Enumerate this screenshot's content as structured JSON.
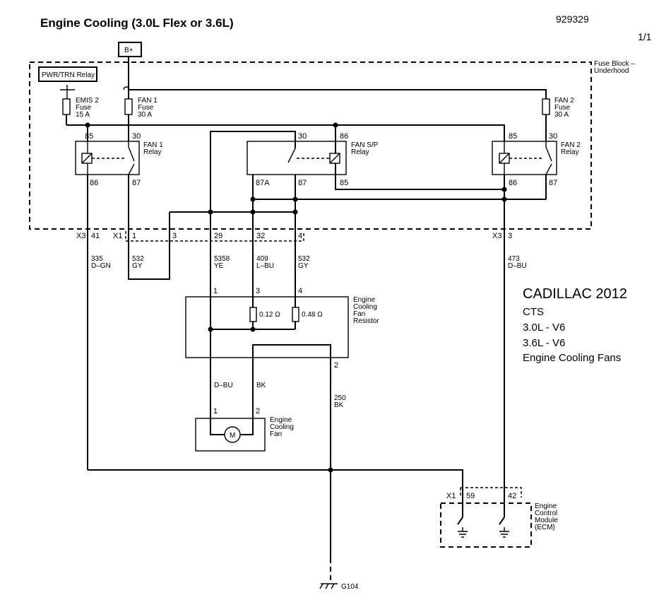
{
  "header": {
    "title": "Engine Cooling (3.0L Flex or 3.6L)",
    "doc_number": "929329",
    "page": "1/1"
  },
  "power": {
    "label": "B+"
  },
  "fuse_block": {
    "label_line1": "Fuse Block –",
    "label_line2": "Underhood"
  },
  "pwr_relay": {
    "label": "PWR/TRN Relay"
  },
  "fuses": {
    "emis2": {
      "l1": "EMIS 2",
      "l2": "Fuse",
      "l3": "15 A"
    },
    "fan1": {
      "l1": "FAN 1",
      "l2": "Fuse",
      "l3": "30 A"
    },
    "fan2": {
      "l1": "FAN 2",
      "l2": "Fuse",
      "l3": "30 A"
    }
  },
  "relays": {
    "fan1": {
      "l1": "FAN 1",
      "l2": "Relay",
      "pin_85": "85",
      "pin_30": "30",
      "pin_86": "86",
      "pin_87": "87"
    },
    "fansp": {
      "l1": "FAN S/P",
      "l2": "Relay",
      "pin_30": "30",
      "pin_86": "86",
      "pin_87a": "87A",
      "pin_87": "87",
      "pin_85": "85"
    },
    "fan2": {
      "l1": "FAN 2",
      "l2": "Relay",
      "pin_85": "85",
      "pin_30": "30",
      "pin_86": "86",
      "pin_87": "87"
    }
  },
  "connectors": {
    "x3_left": "X3",
    "x3_41": "41",
    "x1": "X1",
    "x1_1": "1",
    "x1_3": "3",
    "x1_29": "29",
    "x1_32": "32",
    "x1_4": "4",
    "x3_right": "X3",
    "x3_3": "3"
  },
  "wires": {
    "w335": {
      "num": "335",
      "color": "D–GN"
    },
    "w532a": {
      "num": "532",
      "color": "GY"
    },
    "w5358": {
      "num": "5358",
      "color": "YE"
    },
    "w409": {
      "num": "409",
      "color": "L–BU"
    },
    "w532b": {
      "num": "532",
      "color": "GY"
    },
    "w473": {
      "num": "473",
      "color": "D–BU"
    },
    "w250": {
      "num": "250",
      "color": "BK"
    },
    "dbu": "D–BU",
    "bk": "BK"
  },
  "resistor": {
    "l1": "Engine",
    "l2": "Cooling",
    "l3": "Fan",
    "l4": "Resistor",
    "pin1": "1",
    "pin3": "3",
    "pin4": "4",
    "pin2": "2",
    "r1": "0.12 Ω",
    "r2": "0.48 Ω"
  },
  "fan": {
    "l1": "Engine",
    "l2": "Cooling",
    "l3": "Fan",
    "pin1": "1",
    "pin2": "2",
    "motor": "M"
  },
  "ecm": {
    "l1": "Engine",
    "l2": "Control",
    "l3": "Module",
    "l4": "(ECM)",
    "x1": "X1",
    "pin59": "59",
    "pin42": "42"
  },
  "ground": {
    "label": "G104"
  },
  "vehicle": {
    "make_year": "CADILLAC 2012",
    "model": "CTS",
    "engine1": "3.0L - V6",
    "engine2": "3.6L - V6",
    "system": "Engine Cooling Fans"
  }
}
